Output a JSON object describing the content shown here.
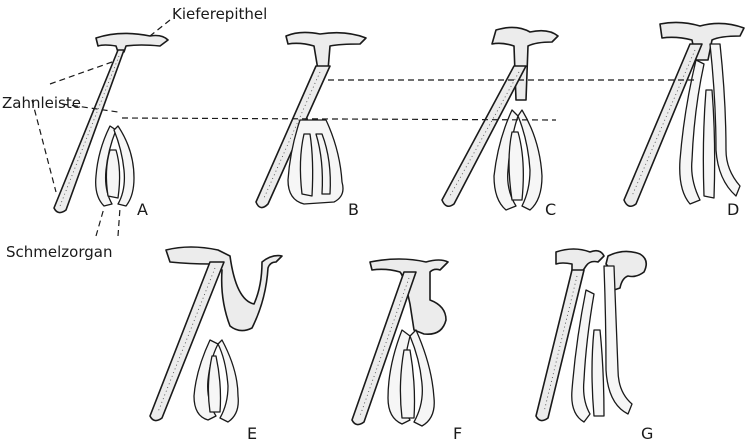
{
  "labels": {
    "kieferepithel": "Kieferepithel",
    "zahnleiste": "Zahnleiste",
    "schmelzorgan": "Schmelzorgan"
  },
  "stages": [
    "A",
    "B",
    "C",
    "D",
    "E",
    "F",
    "G"
  ]
}
